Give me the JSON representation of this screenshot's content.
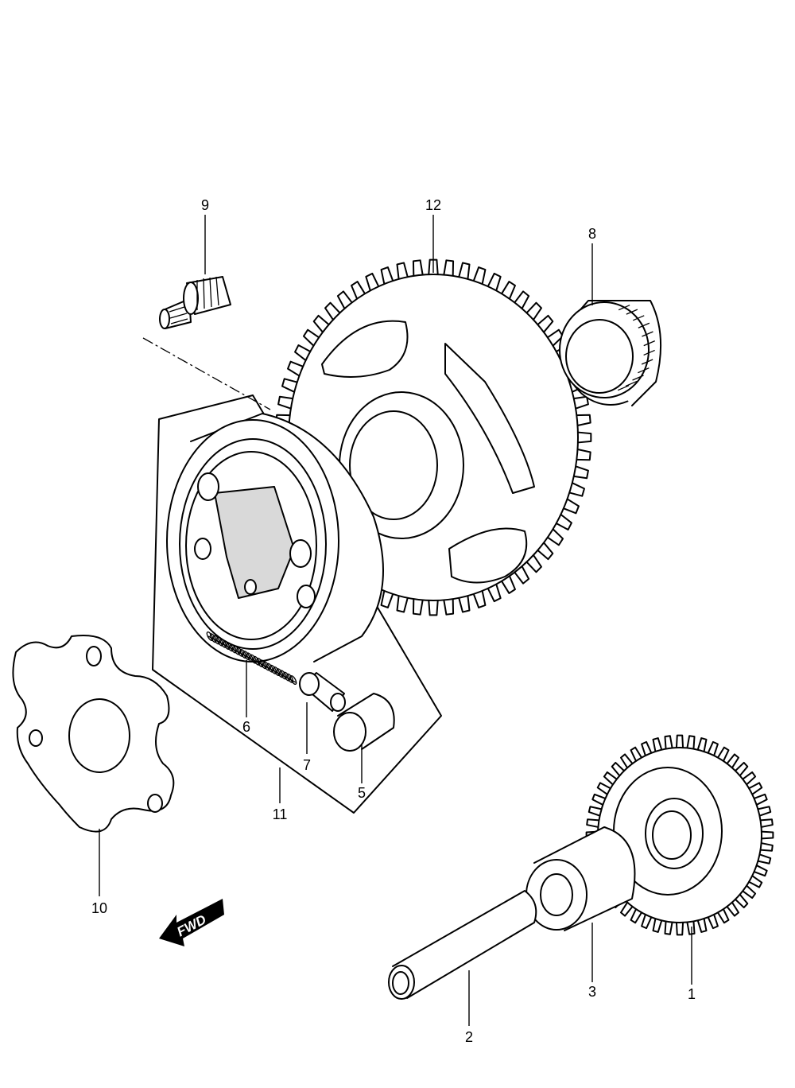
{
  "callouts": {
    "p1": "1",
    "p2": "2",
    "p3": "3",
    "p5": "5",
    "p6": "6",
    "p7": "7",
    "p8": "8",
    "p9": "9",
    "p10": "10",
    "p11": "11",
    "p12": "12"
  },
  "direction_arrow": {
    "label": "FWD",
    "icon": "arrow-left-icon"
  }
}
